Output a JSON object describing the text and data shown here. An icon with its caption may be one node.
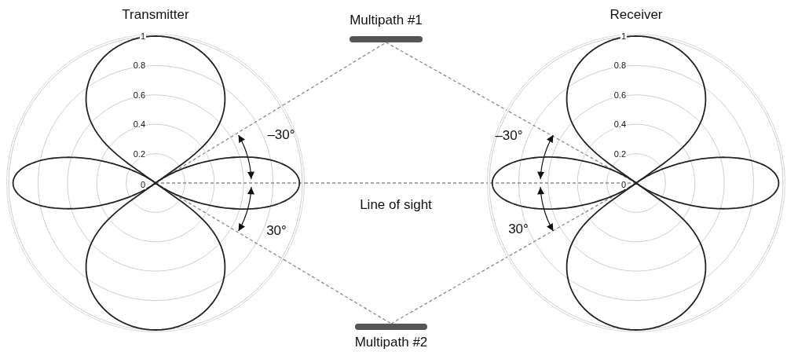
{
  "diagram": {
    "nodes": [
      {
        "text": [
          "Transmitter"
        ]
      },
      {
        "text": [
          "Multipath #1"
        ]
      },
      {
        "text": [
          "Receiver"
        ]
      },
      {
        "text": [
          "Multipath #2"
        ]
      }
    ],
    "edges": [
      {
        "from": 0,
        "to": 1,
        "arrow": "none",
        "style": "dashed"
      },
      {
        "from": 1,
        "to": 2,
        "arrow": "none",
        "style": "dashed"
      },
      {
        "from": 0,
        "to": 3,
        "arrow": "none",
        "style": "dashed"
      },
      {
        "from": 3,
        "to": 2,
        "arrow": "none",
        "style": "dashed"
      },
      {
        "from": 0,
        "to": 2,
        "arrow": "none",
        "style": "dashed",
        "label": "Line of sight"
      }
    ],
    "labels": [
      "1",
      "0.8",
      "0.6",
      "0.4",
      "0.2",
      "0",
      "–30°",
      "30°",
      "–30°",
      "30°",
      "1",
      "0.8",
      "0.6",
      "0.4",
      "0.2",
      "0"
    ]
  }
}
